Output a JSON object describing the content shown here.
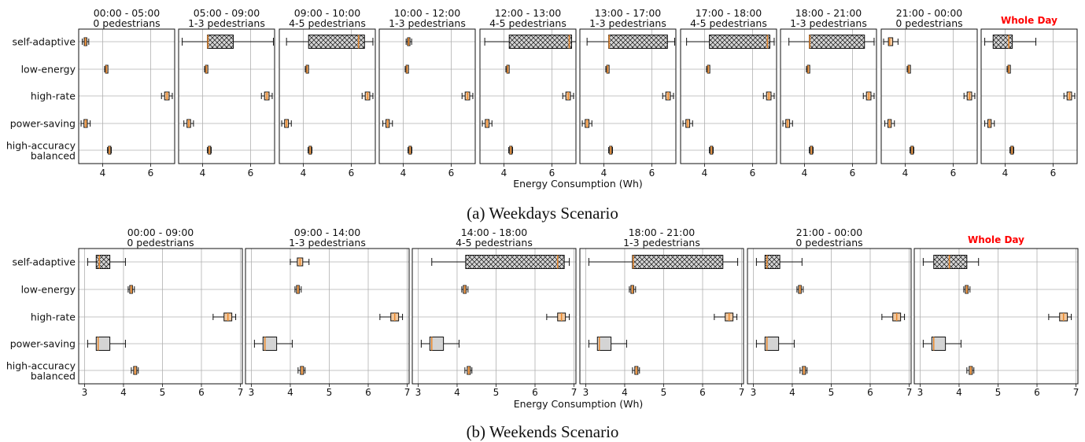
{
  "colors": {
    "box_hatched_fill": "#d6d6d6",
    "box_plain_fill": "#d4d4d4",
    "box_small_fill": "#f2c9a0",
    "median": "#e8872b",
    "grid": "#b0b0b0",
    "whole_day_title": "#ff0000"
  },
  "chart_data": [
    {
      "type": "boxplot",
      "orientation": "horizontal",
      "caption": "(a) Weekdays Scenario",
      "xlabel": "Energy Consumption (Wh)",
      "xlim": [
        3.0,
        7.0
      ],
      "xticks": [
        4,
        6
      ],
      "grid": true,
      "categories": [
        "self-adaptive",
        "low-energy",
        "high-rate",
        "power-saving",
        "high-accuracy balanced"
      ],
      "category_labels": [
        [
          "self-adaptive"
        ],
        [
          "low-energy"
        ],
        [
          "high-rate"
        ],
        [
          "power-saving"
        ],
        [
          "high-accuracy",
          "balanced"
        ]
      ],
      "panels": [
        {
          "title": "00:00 - 05:00",
          "subtitle": "0 pedestrians",
          "boxes": [
            {
              "min": 3.15,
              "q1": 3.23,
              "median": 3.28,
              "q3": 3.34,
              "max": 3.42
            },
            {
              "min": 4.08,
              "q1": 4.12,
              "median": 4.15,
              "q3": 4.18,
              "max": 4.21
            },
            {
              "min": 6.45,
              "q1": 6.58,
              "median": 6.68,
              "q3": 6.77,
              "max": 6.9
            },
            {
              "min": 3.1,
              "q1": 3.22,
              "median": 3.3,
              "q3": 3.36,
              "max": 3.48
            },
            {
              "min": 4.2,
              "q1": 4.24,
              "median": 4.28,
              "q3": 4.32,
              "max": 4.36
            }
          ]
        },
        {
          "title": "05:00 - 09:00",
          "subtitle": "1-3 pedestrians",
          "boxes": [
            {
              "min": 3.15,
              "q1": 4.2,
              "median": 4.22,
              "q3": 5.28,
              "max": 6.95
            },
            {
              "min": 4.08,
              "q1": 4.12,
              "median": 4.15,
              "q3": 4.18,
              "max": 4.21
            },
            {
              "min": 6.45,
              "q1": 6.58,
              "median": 6.68,
              "q3": 6.77,
              "max": 6.9
            },
            {
              "min": 3.22,
              "q1": 3.35,
              "median": 3.42,
              "q3": 3.5,
              "max": 3.62
            },
            {
              "min": 4.2,
              "q1": 4.24,
              "median": 4.28,
              "q3": 4.32,
              "max": 4.36
            }
          ]
        },
        {
          "title": "09:00 - 10:00",
          "subtitle": "4-5 pedestrians",
          "boxes": [
            {
              "min": 3.3,
              "q1": 4.22,
              "median": 6.3,
              "q3": 6.55,
              "max": 6.9
            },
            {
              "min": 4.08,
              "q1": 4.12,
              "median": 4.15,
              "q3": 4.18,
              "max": 4.21
            },
            {
              "min": 6.45,
              "q1": 6.58,
              "median": 6.68,
              "q3": 6.77,
              "max": 6.9
            },
            {
              "min": 3.1,
              "q1": 3.22,
              "median": 3.3,
              "q3": 3.38,
              "max": 3.5
            },
            {
              "min": 4.2,
              "q1": 4.24,
              "median": 4.28,
              "q3": 4.32,
              "max": 4.36
            }
          ]
        },
        {
          "title": "10:00 - 12:00",
          "subtitle": "1-3 pedestrians",
          "boxes": [
            {
              "min": 4.12,
              "q1": 4.18,
              "median": 4.22,
              "q3": 4.28,
              "max": 4.35
            },
            {
              "min": 4.08,
              "q1": 4.12,
              "median": 4.15,
              "q3": 4.18,
              "max": 4.21
            },
            {
              "min": 6.45,
              "q1": 6.58,
              "median": 6.68,
              "q3": 6.77,
              "max": 6.9
            },
            {
              "min": 3.15,
              "q1": 3.28,
              "median": 3.35,
              "q3": 3.42,
              "max": 3.55
            },
            {
              "min": 4.2,
              "q1": 4.24,
              "median": 4.28,
              "q3": 4.32,
              "max": 4.36
            }
          ]
        },
        {
          "title": "12:00 - 13:00",
          "subtitle": "4-5 pedestrians",
          "boxes": [
            {
              "min": 3.2,
              "q1": 4.22,
              "median": 6.72,
              "q3": 6.82,
              "max": 7.0
            },
            {
              "min": 4.08,
              "q1": 4.12,
              "median": 4.15,
              "q3": 4.18,
              "max": 4.21
            },
            {
              "min": 6.45,
              "q1": 6.58,
              "median": 6.68,
              "q3": 6.77,
              "max": 6.9
            },
            {
              "min": 3.1,
              "q1": 3.22,
              "median": 3.3,
              "q3": 3.38,
              "max": 3.5
            },
            {
              "min": 4.2,
              "q1": 4.24,
              "median": 4.28,
              "q3": 4.32,
              "max": 4.36
            }
          ]
        },
        {
          "title": "13:00 - 17:00",
          "subtitle": "1-3 pedestrians",
          "boxes": [
            {
              "min": 3.3,
              "q1": 4.2,
              "median": 4.22,
              "q3": 6.65,
              "max": 6.95
            },
            {
              "min": 4.08,
              "q1": 4.12,
              "median": 4.15,
              "q3": 4.18,
              "max": 4.21
            },
            {
              "min": 6.45,
              "q1": 6.58,
              "median": 6.68,
              "q3": 6.77,
              "max": 6.9
            },
            {
              "min": 3.1,
              "q1": 3.22,
              "median": 3.3,
              "q3": 3.38,
              "max": 3.5
            },
            {
              "min": 4.2,
              "q1": 4.24,
              "median": 4.28,
              "q3": 4.32,
              "max": 4.36
            }
          ]
        },
        {
          "title": "17:00 - 18:00",
          "subtitle": "4-5 pedestrians",
          "boxes": [
            {
              "min": 3.25,
              "q1": 4.2,
              "median": 6.62,
              "q3": 6.72,
              "max": 6.9
            },
            {
              "min": 4.08,
              "q1": 4.12,
              "median": 4.15,
              "q3": 4.18,
              "max": 4.21
            },
            {
              "min": 6.45,
              "q1": 6.58,
              "median": 6.68,
              "q3": 6.77,
              "max": 6.9
            },
            {
              "min": 3.1,
              "q1": 3.22,
              "median": 3.3,
              "q3": 3.38,
              "max": 3.5
            },
            {
              "min": 4.2,
              "q1": 4.24,
              "median": 4.28,
              "q3": 4.32,
              "max": 4.36
            }
          ]
        },
        {
          "title": "18:00 - 21:00",
          "subtitle": "1-3 pedestrians",
          "boxes": [
            {
              "min": 3.35,
              "q1": 4.2,
              "median": 4.22,
              "q3": 6.5,
              "max": 6.9
            },
            {
              "min": 4.08,
              "q1": 4.12,
              "median": 4.15,
              "q3": 4.18,
              "max": 4.21
            },
            {
              "min": 6.45,
              "q1": 6.58,
              "median": 6.68,
              "q3": 6.77,
              "max": 6.9
            },
            {
              "min": 3.1,
              "q1": 3.22,
              "median": 3.3,
              "q3": 3.38,
              "max": 3.5
            },
            {
              "min": 4.2,
              "q1": 4.24,
              "median": 4.28,
              "q3": 4.32,
              "max": 4.36
            }
          ]
        },
        {
          "title": "21:00 - 00:00",
          "subtitle": "0 pedestrians",
          "boxes": [
            {
              "min": 3.1,
              "q1": 3.3,
              "median": 3.35,
              "q3": 3.48,
              "max": 3.7
            },
            {
              "min": 4.08,
              "q1": 4.12,
              "median": 4.15,
              "q3": 4.18,
              "max": 4.21
            },
            {
              "min": 6.45,
              "q1": 6.58,
              "median": 6.68,
              "q3": 6.77,
              "max": 6.9
            },
            {
              "min": 3.15,
              "q1": 3.28,
              "median": 3.35,
              "q3": 3.42,
              "max": 3.55
            },
            {
              "min": 4.2,
              "q1": 4.24,
              "median": 4.28,
              "q3": 4.32,
              "max": 4.36
            }
          ]
        },
        {
          "title": "Whole Day",
          "subtitle": "",
          "highlight": true,
          "boxes": [
            {
              "min": 3.15,
              "q1": 3.5,
              "median": 4.15,
              "q3": 4.3,
              "max": 5.28
            },
            {
              "min": 4.08,
              "q1": 4.12,
              "median": 4.15,
              "q3": 4.18,
              "max": 4.21
            },
            {
              "min": 6.45,
              "q1": 6.58,
              "median": 6.68,
              "q3": 6.77,
              "max": 6.9
            },
            {
              "min": 3.15,
              "q1": 3.28,
              "median": 3.35,
              "q3": 3.42,
              "max": 3.55
            },
            {
              "min": 4.2,
              "q1": 4.24,
              "median": 4.28,
              "q3": 4.32,
              "max": 4.36
            }
          ]
        }
      ]
    },
    {
      "type": "boxplot",
      "orientation": "horizontal",
      "caption": "(b) Weekends Scenario",
      "xlabel": "Energy Consumption (Wh)",
      "xlim": [
        2.85,
        7.05
      ],
      "xticks": [
        3,
        4,
        5,
        6,
        7
      ],
      "grid": true,
      "categories": [
        "self-adaptive",
        "low-energy",
        "high-rate",
        "power-saving",
        "high-accuracy balanced"
      ],
      "category_labels": [
        [
          "self-adaptive"
        ],
        [
          "low-energy"
        ],
        [
          "high-rate"
        ],
        [
          "power-saving"
        ],
        [
          "high-accuracy",
          "balanced"
        ]
      ],
      "panels": [
        {
          "title": "00:00 - 09:00",
          "subtitle": "0 pedestrians",
          "boxes": [
            {
              "min": 3.08,
              "q1": 3.3,
              "median": 3.38,
              "q3": 3.65,
              "max": 4.05
            },
            {
              "min": 4.12,
              "q1": 4.16,
              "median": 4.2,
              "q3": 4.23,
              "max": 4.28
            },
            {
              "min": 6.3,
              "q1": 6.58,
              "median": 6.68,
              "q3": 6.78,
              "max": 6.88
            },
            {
              "min": 3.08,
              "q1": 3.3,
              "median": 3.35,
              "q3": 3.65,
              "max": 4.05
            },
            {
              "min": 4.2,
              "q1": 4.26,
              "median": 4.3,
              "q3": 4.34,
              "max": 4.38
            }
          ]
        },
        {
          "title": "09:00 - 14:00",
          "subtitle": "1-3 pedestrians",
          "boxes": [
            {
              "min": 4.0,
              "q1": 4.18,
              "median": 4.25,
              "q3": 4.32,
              "max": 4.48
            },
            {
              "min": 4.12,
              "q1": 4.16,
              "median": 4.2,
              "q3": 4.23,
              "max": 4.28
            },
            {
              "min": 6.3,
              "q1": 6.58,
              "median": 6.68,
              "q3": 6.78,
              "max": 6.88
            },
            {
              "min": 3.08,
              "q1": 3.3,
              "median": 3.35,
              "q3": 3.65,
              "max": 4.05
            },
            {
              "min": 4.2,
              "q1": 4.26,
              "median": 4.3,
              "q3": 4.34,
              "max": 4.38
            }
          ]
        },
        {
          "title": "14:00 - 18:00",
          "subtitle": "4-5 pedestrians",
          "boxes": [
            {
              "min": 3.35,
              "q1": 4.22,
              "median": 6.58,
              "q3": 6.75,
              "max": 6.88
            },
            {
              "min": 4.12,
              "q1": 4.16,
              "median": 4.2,
              "q3": 4.23,
              "max": 4.28
            },
            {
              "min": 6.3,
              "q1": 6.58,
              "median": 6.68,
              "q3": 6.78,
              "max": 6.88
            },
            {
              "min": 3.08,
              "q1": 3.3,
              "median": 3.35,
              "q3": 3.65,
              "max": 4.05
            },
            {
              "min": 4.2,
              "q1": 4.26,
              "median": 4.3,
              "q3": 4.34,
              "max": 4.38
            }
          ]
        },
        {
          "title": "18:00 - 21:00",
          "subtitle": "1-3 pedestrians",
          "boxes": [
            {
              "min": 3.08,
              "q1": 4.2,
              "median": 4.22,
              "q3": 6.52,
              "max": 6.9
            },
            {
              "min": 4.12,
              "q1": 4.16,
              "median": 4.2,
              "q3": 4.23,
              "max": 4.28
            },
            {
              "min": 6.3,
              "q1": 6.58,
              "median": 6.68,
              "q3": 6.78,
              "max": 6.88
            },
            {
              "min": 3.08,
              "q1": 3.3,
              "median": 3.35,
              "q3": 3.65,
              "max": 4.05
            },
            {
              "min": 4.2,
              "q1": 4.26,
              "median": 4.3,
              "q3": 4.34,
              "max": 4.38
            }
          ]
        },
        {
          "title": "21:00 - 00:00",
          "subtitle": "0 pedestrians",
          "boxes": [
            {
              "min": 3.08,
              "q1": 3.3,
              "median": 3.35,
              "q3": 3.68,
              "max": 4.25
            },
            {
              "min": 4.12,
              "q1": 4.16,
              "median": 4.2,
              "q3": 4.23,
              "max": 4.28
            },
            {
              "min": 6.3,
              "q1": 6.58,
              "median": 6.68,
              "q3": 6.78,
              "max": 6.88
            },
            {
              "min": 3.08,
              "q1": 3.3,
              "median": 3.35,
              "q3": 3.65,
              "max": 4.05
            },
            {
              "min": 4.2,
              "q1": 4.26,
              "median": 4.3,
              "q3": 4.34,
              "max": 4.38
            }
          ]
        },
        {
          "title": "Whole Day",
          "subtitle": "",
          "highlight": true,
          "boxes": [
            {
              "min": 3.08,
              "q1": 3.35,
              "median": 3.75,
              "q3": 4.2,
              "max": 4.5
            },
            {
              "min": 4.12,
              "q1": 4.16,
              "median": 4.2,
              "q3": 4.23,
              "max": 4.28
            },
            {
              "min": 6.3,
              "q1": 6.58,
              "median": 6.68,
              "q3": 6.78,
              "max": 6.88
            },
            {
              "min": 3.08,
              "q1": 3.3,
              "median": 3.35,
              "q3": 3.65,
              "max": 4.05
            },
            {
              "min": 4.2,
              "q1": 4.26,
              "median": 4.3,
              "q3": 4.34,
              "max": 4.38
            }
          ]
        }
      ]
    }
  ]
}
